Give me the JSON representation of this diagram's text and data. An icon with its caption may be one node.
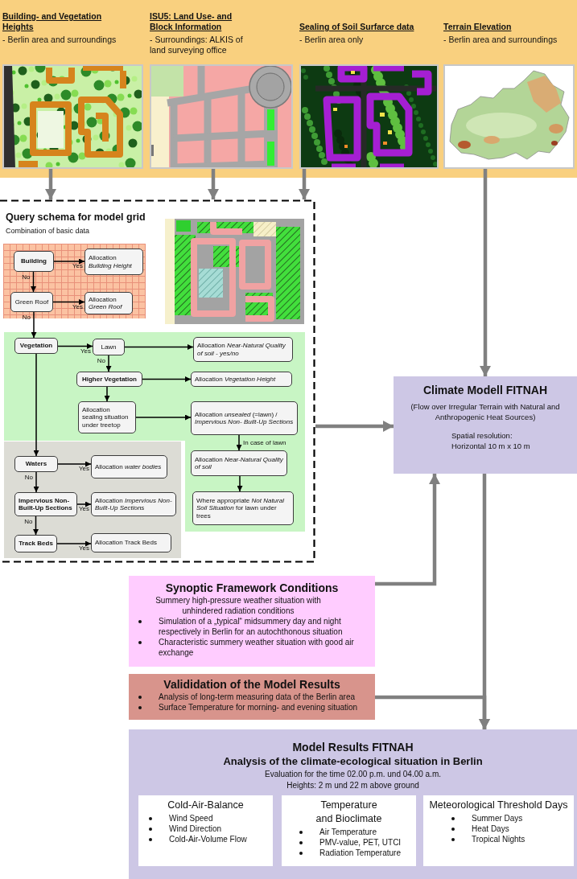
{
  "diagram": {
    "nodes": [
      {
        "text": [],
        "shape": "band"
      },
      {
        "text": [
          "Building- and Vegetation Heights",
          "- Berlin area and surroundings"
        ],
        "in": 0
      },
      {
        "text": [
          "ISU5: Land Use- and Block Information",
          "- Surroundings: ALKIS of land surveying office"
        ],
        "in": 0
      },
      {
        "text": [
          "Sealing of Soil Surfarce data",
          "- Berlin area only"
        ],
        "in": 0
      },
      {
        "text": [
          "Terrain Elevation",
          "- Berlin area and surroundings"
        ],
        "in": 0
      },
      {
        "text": [
          "Query schema for model grid",
          "Combination of basic data"
        ]
      },
      {
        "text": [],
        "shape": "box",
        "in": 5
      },
      {
        "text": [
          "Building"
        ],
        "in": 6
      },
      {
        "text": [
          "Allocation *Building Height*"
        ],
        "in": 6
      },
      {
        "text": [
          "Green Roof"
        ],
        "in": 6
      },
      {
        "text": [
          "Allocation *Green Roof*"
        ],
        "in": 6
      },
      {
        "text": [],
        "shape": "box",
        "in": 5
      },
      {
        "text": [
          "Vegetation"
        ],
        "in": 11
      },
      {
        "text": [
          "Lawn"
        ],
        "in": 11
      },
      {
        "text": [
          "Allocation *Near-Natural Quality of soil - yes/no*"
        ],
        "in": 11
      },
      {
        "text": [
          "Higher Vegetation"
        ],
        "in": 11
      },
      {
        "text": [
          "Allocation *Vegetation Height*"
        ],
        "in": 11
      },
      {
        "text": [
          "Allocation sealing situation under treetop"
        ],
        "in": 11
      },
      {
        "text": [
          "Allocation *unsealed* (=lawn) / *Impervious Non- Built-Up Sections*"
        ],
        "in": 11
      },
      {
        "text": [
          "Allocation *Near-Natural Quality of soil*"
        ],
        "in": 11
      },
      {
        "text": [
          "Where appropriate *Not Natural Soil Situation* for lawn under trees"
        ],
        "in": 11
      },
      {
        "text": [],
        "shape": "box",
        "in": 5
      },
      {
        "text": [
          "Waters"
        ],
        "in": 21
      },
      {
        "text": [
          "Allocation *water bodies*"
        ],
        "in": 21
      },
      {
        "text": [
          "Impervious Non-Built-Up Sections"
        ],
        "in": 21
      },
      {
        "text": [
          "Allocation *Impervious Non- Built-Up Sections*"
        ],
        "in": 21
      },
      {
        "text": [
          "Track Beds"
        ],
        "in": 21
      },
      {
        "text": [
          "Allocation Track Beds"
        ],
        "in": 21
      },
      {
        "text": [
          "Climate Modell FITNAH",
          "(Flow over Irregular Terrain with Natural and Anthropogenic Heat Sources)",
          "Spatial resolution: Horizontal 10 m x 10 m"
        ]
      },
      {
        "text": [
          "Synoptic Framework Conditions",
          "Summery high-pressure weather situation with unhindered radiation conditions",
          "Simulation of a „typical“ midsummery day and night respectively in Berlin for an autochthonous situation",
          "Characteristic summery weather situation with good air exchange"
        ]
      },
      {
        "text": [
          "Valididation of the Model Results",
          "Analysis of long-term measuring data of the Berlin area",
          "Surface Temperature for morning- and evening situation"
        ]
      },
      {
        "text": [
          "Model Results FITNAH",
          "Analysis of the climate-ecological situation in Berlin",
          "Evaluation for the time 02.00 p.m. und 04.00 a.m.",
          "Heights: 2 m und 22 m above ground"
        ]
      },
      {
        "text": [
          "Cold-Air-Balance",
          "Wind Speed",
          "Wind Direction",
          "Cold-Air-Volume Flow"
        ],
        "in": 31
      },
      {
        "text": [
          "Temperature and Bioclimate",
          "Air Temperature",
          "PMV-value, PET, UTCI",
          "Radiation Temperature"
        ],
        "in": 31
      },
      {
        "text": [
          "Meteorological Threshold Days",
          "Summer Days",
          "Heat Days",
          "Tropical Nights"
        ],
        "in": 31
      }
    ],
    "edges": [
      {
        "from": 1,
        "to": 5,
        "arrow": "to",
        "style": "thick",
        "color": "#808080"
      },
      {
        "from": 2,
        "to": 5,
        "arrow": "to",
        "style": "thick",
        "color": "#808080"
      },
      {
        "from": 3,
        "to": 5,
        "arrow": "to",
        "style": "thick",
        "color": "#808080"
      },
      {
        "from": 4,
        "to": 28,
        "arrow": "to",
        "style": "thick",
        "color": "#808080"
      },
      {
        "from": 7,
        "to": 8,
        "label": "Yes",
        "arrow": "to"
      },
      {
        "from": 7,
        "to": 9,
        "label": "No",
        "arrow": "to"
      },
      {
        "from": 9,
        "to": 10,
        "label": "Yes",
        "arrow": "to"
      },
      {
        "from": 9,
        "to": 12,
        "label": "No",
        "arrow": "to"
      },
      {
        "from": 12,
        "to": 13,
        "label": "Yes",
        "arrow": "to"
      },
      {
        "from": 13,
        "to": 14,
        "arrow": "to"
      },
      {
        "from": 13,
        "to": 15,
        "label": "No",
        "arrow": "to"
      },
      {
        "from": 15,
        "to": 16,
        "arrow": "to"
      },
      {
        "from": 15,
        "to": 17,
        "arrow": "to"
      },
      {
        "from": 17,
        "to": 18,
        "arrow": "to"
      },
      {
        "from": 18,
        "to": 19,
        "label": "In case of lawn",
        "arrow": "to"
      },
      {
        "from": 19,
        "to": 20,
        "arrow": "to"
      },
      {
        "from": 12,
        "to": 22,
        "arrow": "to"
      },
      {
        "from": 22,
        "to": 23,
        "label": "Yes",
        "arrow": "to"
      },
      {
        "from": 22,
        "to": 24,
        "label": "No",
        "arrow": "to"
      },
      {
        "from": 24,
        "to": 25,
        "label": "Yes",
        "arrow": "to"
      },
      {
        "from": 24,
        "to": 26,
        "label": "No",
        "arrow": "to"
      },
      {
        "from": 26,
        "to": 27,
        "label": "Yes",
        "arrow": "to"
      },
      {
        "from": 5,
        "to": 28,
        "arrow": "to",
        "style": "thick",
        "color": "#808080"
      },
      {
        "from": 29,
        "to": 28,
        "arrow": "to",
        "style": "thick",
        "color": "#808080"
      },
      {
        "from": 28,
        "to": 31,
        "arrow": "to",
        "style": "thick",
        "color": "#808080"
      },
      {
        "from": 30,
        "to": 31,
        "arrow": "to",
        "style": "thick",
        "color": "#808080"
      }
    ]
  }
}
